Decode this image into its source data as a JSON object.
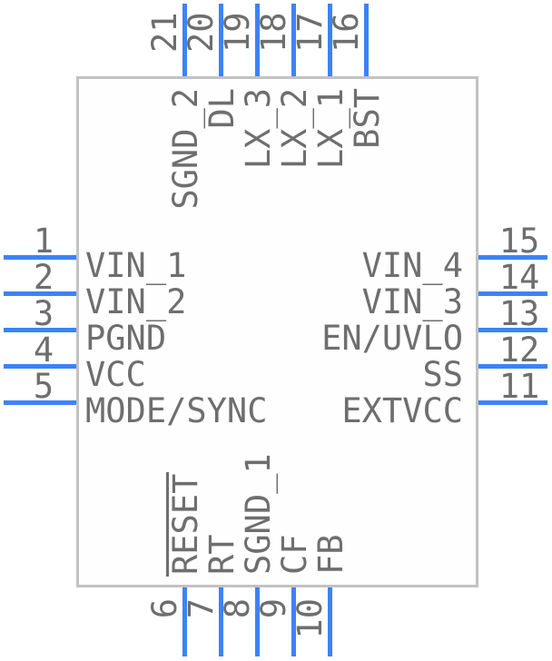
{
  "colors": {
    "pin_line": "#3e82f5",
    "ic_border": "#c2c2c2",
    "label_text": "#6e6e6e",
    "background": "#ffffff"
  },
  "ic": {
    "pins": {
      "top": [
        {
          "number": "21",
          "name": "SGND_2",
          "overline": false
        },
        {
          "number": "20",
          "name": "DL",
          "overline": false
        },
        {
          "number": "19",
          "name": "LX_3",
          "overline": false
        },
        {
          "number": "18",
          "name": "LX_2",
          "overline": false
        },
        {
          "number": "17",
          "name": "LX_1",
          "overline": false
        },
        {
          "number": "16",
          "name": "BST",
          "overline": false
        }
      ],
      "left": [
        {
          "number": "1",
          "name": "VIN_1",
          "overline": false
        },
        {
          "number": "2",
          "name": "VIN_2",
          "overline": false
        },
        {
          "number": "3",
          "name": "PGND",
          "overline": false
        },
        {
          "number": "4",
          "name": "VCC",
          "overline": false
        },
        {
          "number": "5",
          "name": "MODE/SYNC",
          "overline": false
        }
      ],
      "right": [
        {
          "number": "15",
          "name": "VIN_4",
          "overline": false
        },
        {
          "number": "14",
          "name": "VIN_3",
          "overline": false
        },
        {
          "number": "13",
          "name": "EN/UVLO",
          "overline": false
        },
        {
          "number": "12",
          "name": "SS",
          "overline": false
        },
        {
          "number": "11",
          "name": "EXTVCC",
          "overline": false
        }
      ],
      "bottom": [
        {
          "number": "6",
          "name": "RESET",
          "overline": true
        },
        {
          "number": "7",
          "name": "RT",
          "overline": false
        },
        {
          "number": "8",
          "name": "SGND_1",
          "overline": false
        },
        {
          "number": "9",
          "name": "CF",
          "overline": false
        },
        {
          "number": "10",
          "name": "FB",
          "overline": false
        }
      ]
    }
  }
}
